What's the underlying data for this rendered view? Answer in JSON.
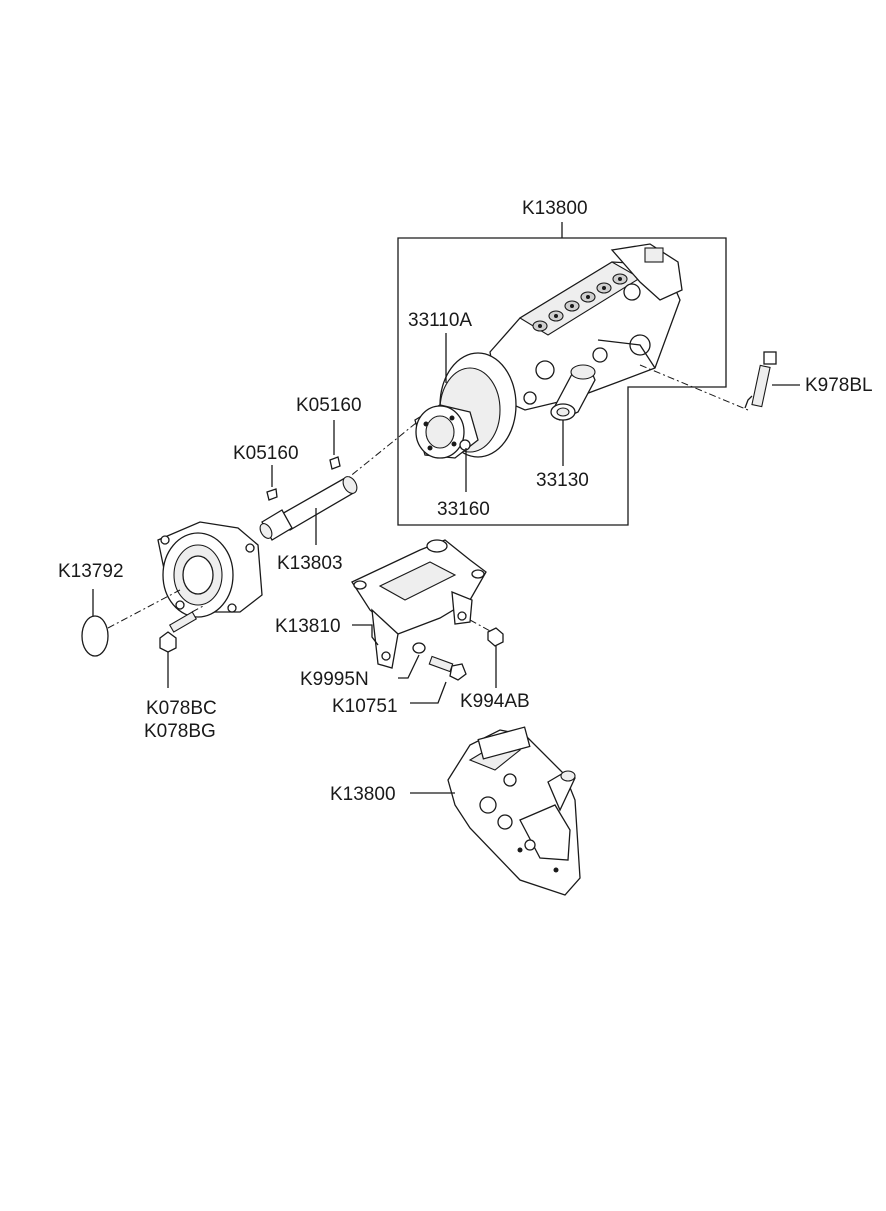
{
  "labels": {
    "k13800_top": "K13800",
    "p33110a": "33110A",
    "k978bl": "K978BL",
    "k05160_a": "K05160",
    "k05160_b": "K05160",
    "p33130": "33130",
    "p33160": "33160",
    "k13803": "K13803",
    "k13792": "K13792",
    "k13810": "K13810",
    "k9995n": "K9995N",
    "k10751": "K10751",
    "k994ab": "K994AB",
    "k078bc": "K078BC",
    "k078bg": "K078BG",
    "k13800_bottom": "K13800"
  }
}
